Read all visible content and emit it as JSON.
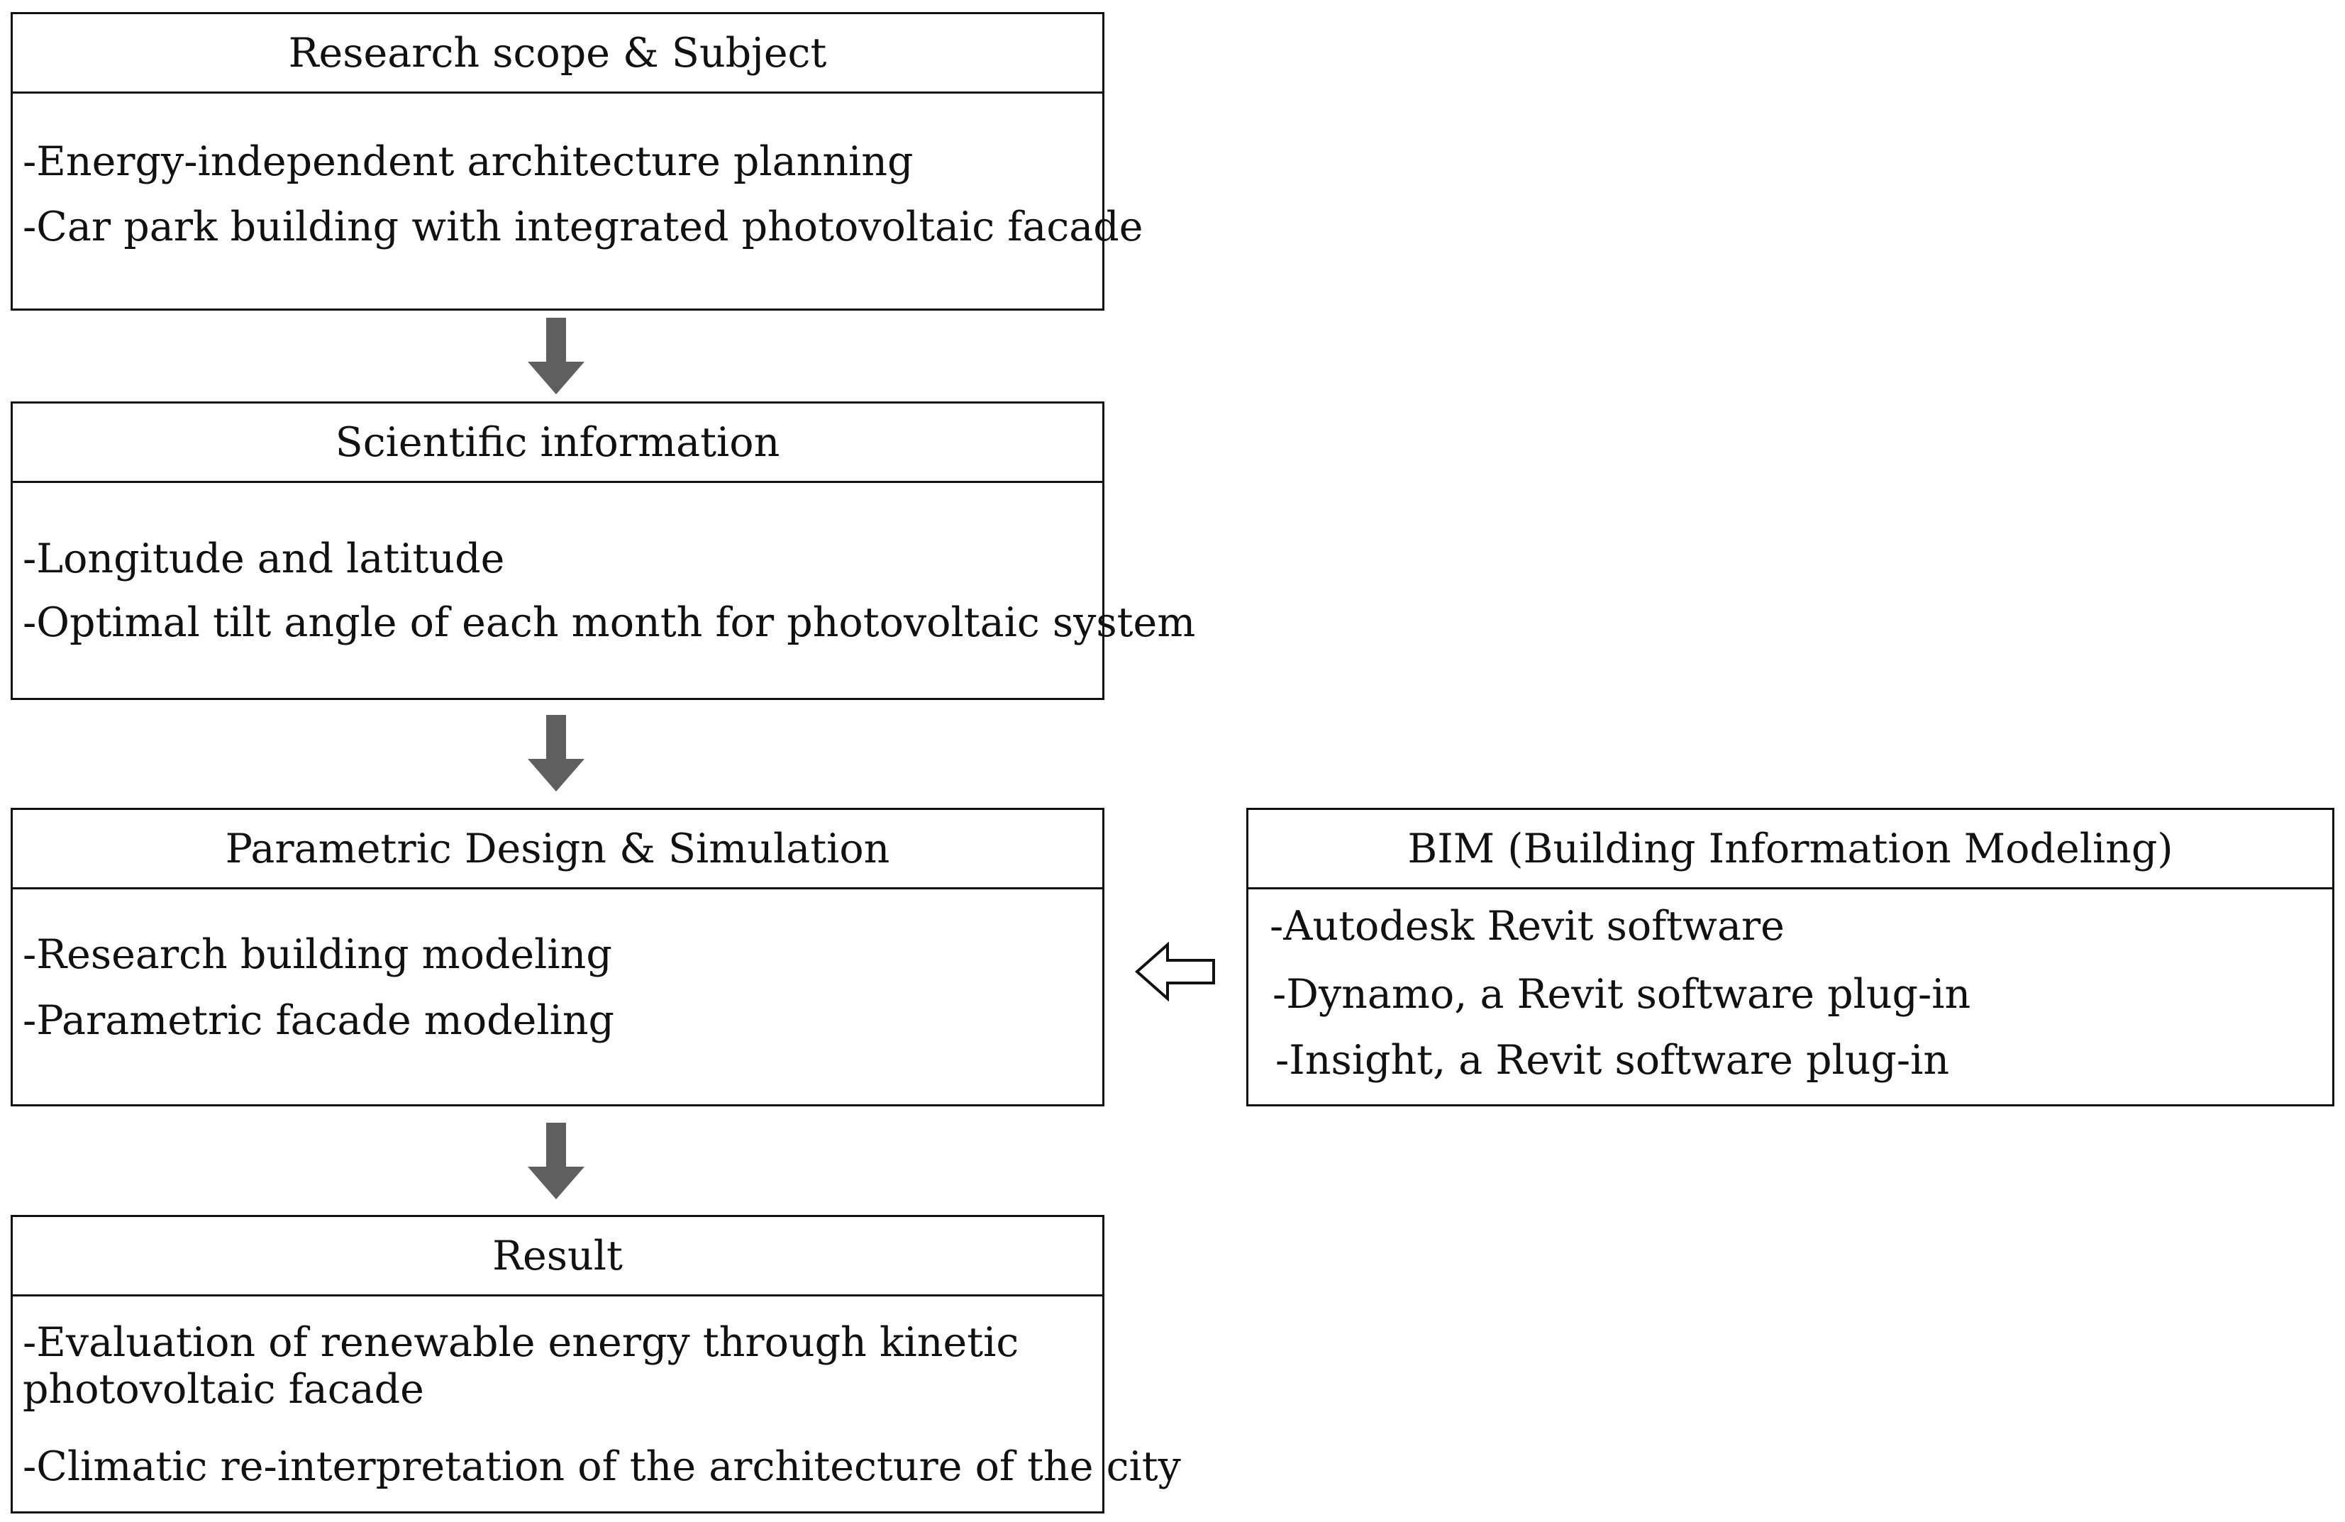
{
  "boxes": {
    "research_scope": {
      "title": "Research scope & Subject",
      "items": [
        "-Energy-independent architecture planning",
        "-Car park building with integrated photovoltaic facade"
      ]
    },
    "scientific_information": {
      "title": "Scientific information",
      "items": [
        "-Longitude and latitude",
        "-Optimal tilt angle of each month for photovoltaic system"
      ]
    },
    "parametric_design": {
      "title": "Parametric Design & Simulation",
      "items": [
        "-Research building modeling",
        "-Parametric facade modeling"
      ]
    },
    "bim": {
      "title": "BIM (Building Information Modeling)",
      "items": [
        "-Autodesk Revit software",
        "-Dynamo, a Revit software plug-in",
        "-Insight, a Revit software plug-in"
      ]
    },
    "result": {
      "title": "Result",
      "items": [
        "-Evaluation of renewable energy through kinetic photovoltaic facade",
        "-Climatic re-interpretation of the architecture of the city"
      ]
    }
  },
  "colors": {
    "border": "#111111",
    "flow_arrow": "#5f5f5f",
    "input_arrow_outline": "#111111"
  }
}
